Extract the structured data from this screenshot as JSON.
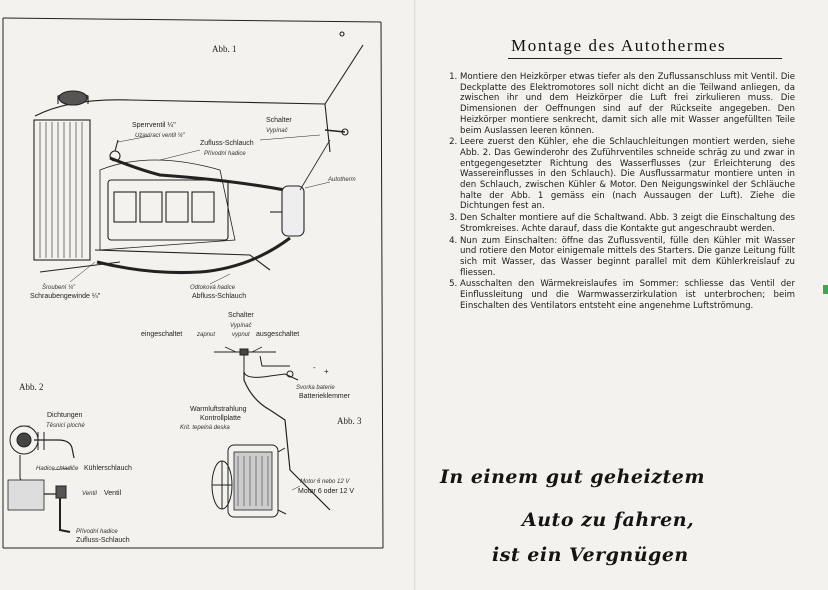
{
  "left": {
    "fig1": {
      "title": "Abb. 1",
      "labels": {
        "sperrventil": "Sperrventil ¼\"",
        "sperrventil_trans": "Uzavírací ventil ¼\"",
        "zufluss": "Zufluss-Schlauch",
        "zufluss_trans": "Přívodní hadice",
        "schalter": "Schalter",
        "schalter_trans": "Vypínač",
        "autotherm": "Autotherm",
        "schraube_trans": "Šroubení ¼\"",
        "schraube": "Schraubengewinde ¼\"",
        "abfluss_trans": "Odtoková hadice",
        "abfluss": "Abfluss-Schlauch"
      }
    },
    "fig2": {
      "title": "Abb. 2",
      "labels": {
        "dichtungen": "Dichtungen",
        "dichtungen_trans": "Těsnicí ploché",
        "kuehler_trans": "Hadice chladiče",
        "kuehler": "Kühlerschlauch",
        "ventil_trans": "Ventil",
        "ventil": "Ventil",
        "zufluss_trans": "Přívodní hadice",
        "zufluss": "Zufluss-Schlauch"
      }
    },
    "fig3": {
      "title": "Abb. 3",
      "labels": {
        "schalter": "Schalter",
        "schalter_trans": "Vypínač",
        "eingeschaltet": "eingeschaltet",
        "zapnut": "zapnut",
        "vypnut": "vypnut",
        "ausgeschaltet": "ausgeschaltet",
        "klemme_trans": "Svorka baterie",
        "klemme": "Batterieklemmer",
        "wamluft": "Warmluftstrahlung",
        "kontroll": "Kontrollplatte",
        "kontroll_trans": "Krit. tepelná deska",
        "motor_trans": "Motor 6 nebo 12 V",
        "motor": "Motor 6 oder 12 V",
        "plus": "+",
        "minus": "-"
      }
    }
  },
  "right": {
    "title": "Montage des Autothermes",
    "steps": [
      "Montiere den Heizkörper etwas tiefer als den Zuflussanschluss mit Ventil. Die Deckplatte des Elektromotores soll nicht dicht an die Teilwand anliegen, da zwischen ihr und dem Heizkörper die Luft frei zirkulieren muss. Die Dimensionen der Oeffnungen sind auf der Rückseite angegeben. Den Heizkörper montiere senkrecht, damit sich alle mit Wasser angefüllten Teile beim Auslassen leeren können.",
      "Leere zuerst den Kühler, ehe die Schlauchleitungen montiert werden, siehe Abb. 2. Das Gewinderohr des Zuführventiles schneide schräg zu und zwar in entgegengesetzter Richtung des Wasserflusses (zur Erleichterung des Wassereinflusses in den Schlauch). Die Ausflussarmatur montiere unten in den Schlauch, zwischen Kühler & Motor. Den Neigungswinkel der Schläuche halte der Abb. 1 gemäss ein (nach Aussaugen der Luft). Ziehe die Dichtungen fest an.",
      "Den Schalter montiere auf die Schaltwand. Abb. 3 zeigt die Einschaltung des Stromkreises. Achte darauf, dass die Kontakte gut angeschraubt werden.",
      "Nun zum Einschalten: öffne das Zuflussventil, fülle den Kühler mit Wasser und rotiere den Motor einigemale mittels des Starters. Die ganze Leitung füllt sich mit Wasser, das Wasser beginnt parallel mit dem Kühlerkreislauf zu fliessen.",
      "Ausschalten den Wärmekreislaufes im Sommer: schliesse das Ventil der Einflussleitung und die Warmwasserzirkulation ist unterbrochen; beim Einschalten des Ventilators entsteht eine angenehme Luftströmung."
    ],
    "slogan": [
      "In einem gut geheiztem",
      "Auto zu fahren,",
      "ist ein Vergnügen"
    ]
  }
}
